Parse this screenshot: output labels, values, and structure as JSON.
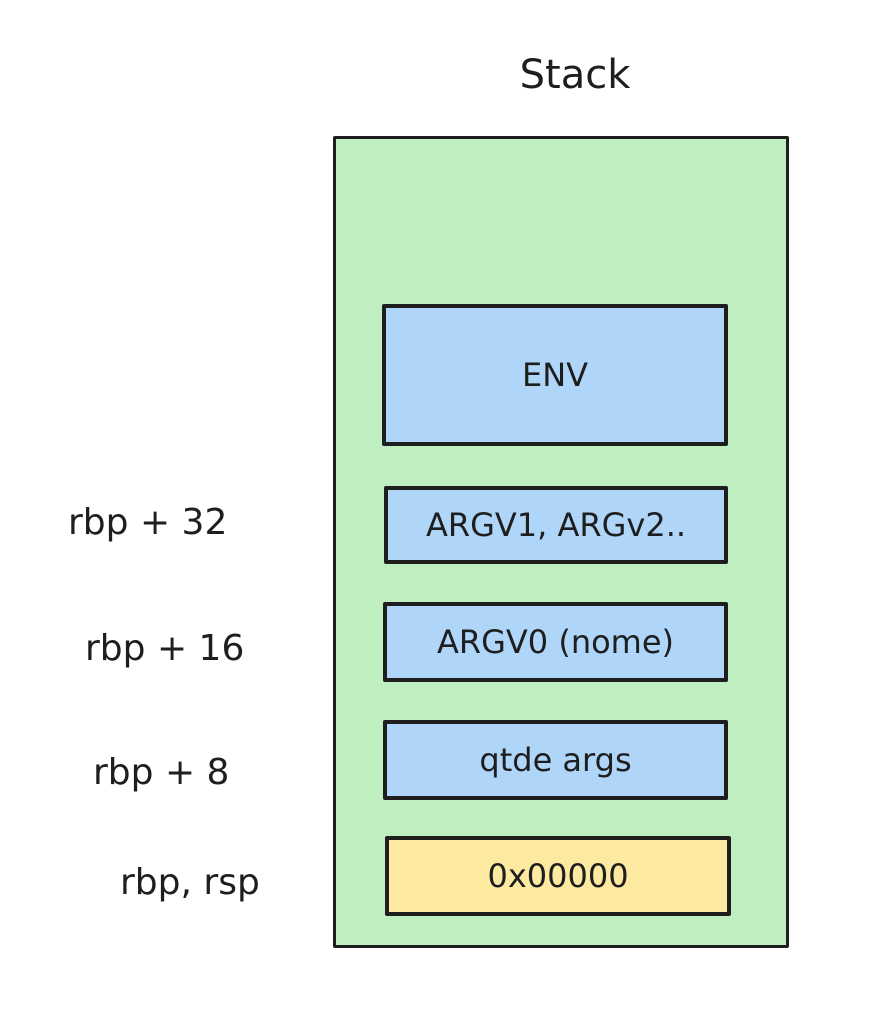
{
  "diagram": {
    "title": "Stack",
    "colors": {
      "stack_fill": "#bfefc0",
      "cell_blue": "#afd5f8",
      "cell_yellow": "#fdeaa0",
      "stroke": "#1e1e1e"
    },
    "cells": [
      {
        "text": "ENV",
        "color": "blue"
      },
      {
        "text": "ARGV1, ARGv2..",
        "color": "blue"
      },
      {
        "text": "ARGV0 (nome)",
        "color": "blue"
      },
      {
        "text": "qtde args",
        "color": "blue"
      },
      {
        "text": "0x00000",
        "color": "yellow"
      }
    ],
    "labels": [
      {
        "text": "rbp + 32",
        "points_to": "ARGV1, ARGv2.."
      },
      {
        "text": "rbp + 16",
        "points_to": "ARGV0 (nome)"
      },
      {
        "text": "rbp + 8",
        "points_to": "qtde args"
      },
      {
        "text": "rbp, rsp",
        "points_to": "0x00000"
      }
    ]
  }
}
